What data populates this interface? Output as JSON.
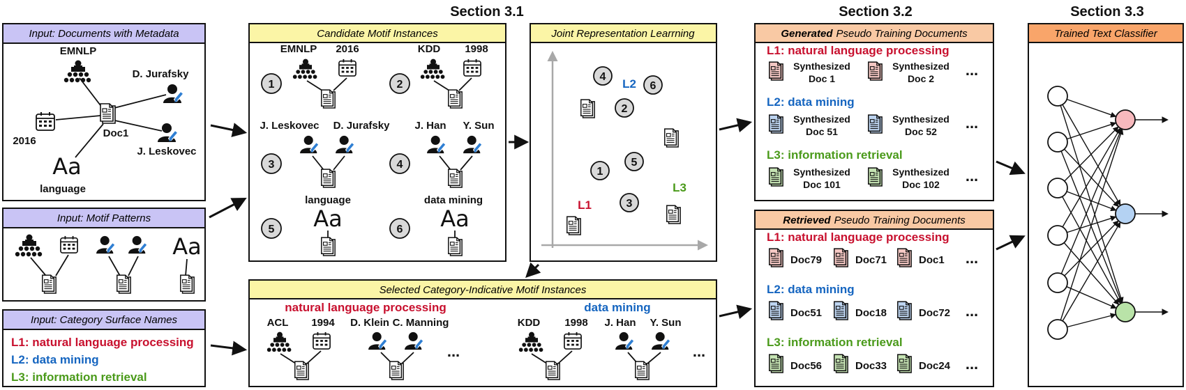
{
  "sections": {
    "s31": "Section 3.1",
    "s32": "Section 3.2",
    "s33": "Section 3.3"
  },
  "colors": {
    "red": "#c8102e",
    "blue": "#1565c0",
    "green": "#4a9a1a",
    "purple_fill": "#c9c4f5",
    "yellow_fill": "#fbf5a6",
    "orange_fill": "#f9c9a4"
  },
  "input_docs": {
    "title": "Input: Documents with Metadata",
    "venue": "EMNLP",
    "author1": "D. Jurafsky",
    "year": "2016",
    "doc": "Doc1",
    "author2": "J. Leskovec",
    "word": "language"
  },
  "input_patterns": {
    "title": "Input: Motif Patterns"
  },
  "input_names": {
    "title": "Input: Category Surface Names",
    "l1": "L1: natural language processing",
    "l2": "L2: data mining",
    "l3": "L3: information retrieval"
  },
  "candidate": {
    "title": "Candidate Motif Instances",
    "n1": "1",
    "n2": "2",
    "n3": "3",
    "n4": "4",
    "n5": "5",
    "n6": "6",
    "m1_venue": "EMNLP",
    "m1_year": "2016",
    "m2_venue": "KDD",
    "m2_year": "1998",
    "m3_a": "J. Leskovec",
    "m3_b": "D. Jurafsky",
    "m4_a": "J. Han",
    "m4_b": "Y. Sun",
    "m5_word": "language",
    "m6_word": "data mining"
  },
  "joint": {
    "title": "Joint Representation Learrning",
    "l1": "L1",
    "l2": "L2",
    "l3": "L3"
  },
  "selected": {
    "title": "Selected Category-Indicative Motif Instances",
    "cat1": "natural language processing",
    "cat2": "data mining",
    "venue1": "ACL",
    "year1": "1994",
    "a1": "D. Klein",
    "b1": "C. Manning",
    "venue2": "KDD",
    "year2": "1998",
    "a2": "J. Han",
    "b2": "Y. Sun",
    "ellipsis": "..."
  },
  "generated": {
    "title_bold": "Generated",
    "title_rest": "Pseudo Training Documents",
    "l1": "L1: natural language processing",
    "l2": "L2: data mining",
    "l3": "L3: information retrieval",
    "synth": "Synthesized",
    "d1": "Doc 1",
    "d2": "Doc 2",
    "d51": "Doc 51",
    "d52": "Doc 52",
    "d101": "Doc 101",
    "d102": "Doc 102",
    "ellipsis": "..."
  },
  "retrieved": {
    "title_bold": "Retrieved",
    "title_rest": "Pseudo Training Documents",
    "l1": "L1: natural language processing",
    "l2": "L2: data mining",
    "l3": "L3: information retrieval",
    "r1": [
      "Doc79",
      "Doc71",
      "Doc1"
    ],
    "r2": [
      "Doc51",
      "Doc18",
      "Doc72"
    ],
    "r3": [
      "Doc56",
      "Doc33",
      "Doc24"
    ],
    "ellipsis": "..."
  },
  "classifier": {
    "title": "Trained Text Classifier"
  }
}
